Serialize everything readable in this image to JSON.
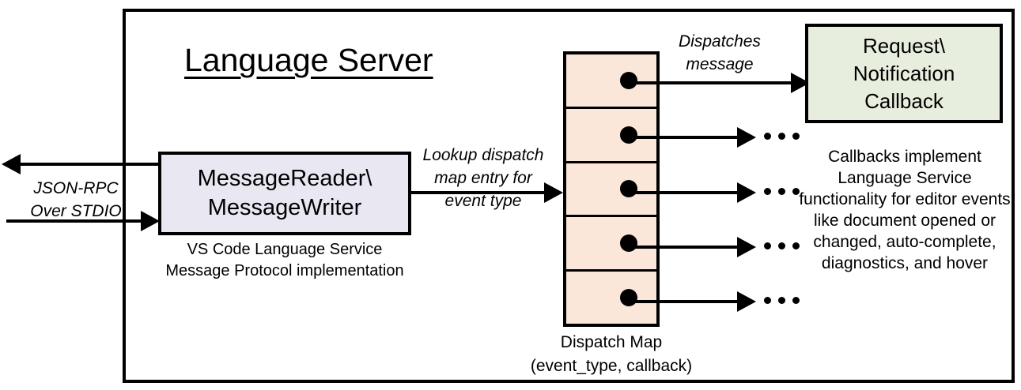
{
  "diagram": {
    "title": "Language Server",
    "frame_border_color": "#000000"
  },
  "nodes": {
    "reader_writer": {
      "line1": "MessageReader\\",
      "line2": "MessageWriter",
      "fill": "#E9E7F2",
      "caption_line1": "VS Code Language Service",
      "caption_line2": "Message Protocol implementation"
    },
    "dispatch_map": {
      "fill": "#FBE7DA",
      "row_count": 5,
      "caption_line1": "Dispatch Map",
      "caption_line2": "(event_type, callback)"
    },
    "callback": {
      "line1": "Request\\",
      "line2": "Notification",
      "line3": "Callback",
      "fill": "#E8EEDD",
      "description": "Callbacks implement Language Service functionality for editor events like document opened or changed, auto-complete, diagnostics, and hover"
    }
  },
  "edges": {
    "jsonrpc_label": "JSON-RPC\nOver STDIO",
    "lookup_label": "Lookup dispatch\nmap entry for\nevent type",
    "dispatches_label": "Dispatches\nmessage"
  }
}
